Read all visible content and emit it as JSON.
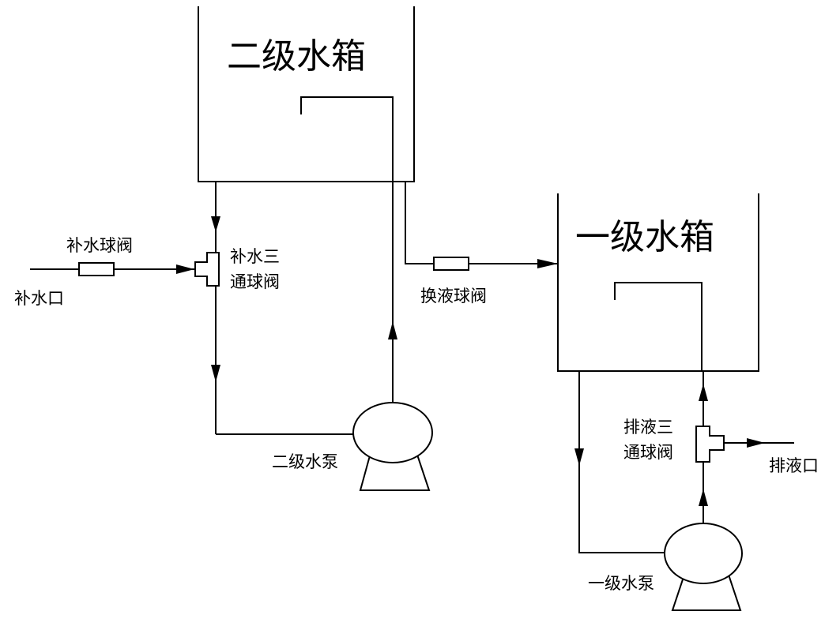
{
  "tanks": {
    "secondary": "二级水箱",
    "primary": "一级水箱"
  },
  "pumps": {
    "secondary": "二级水泵",
    "primary": "一级水泵"
  },
  "valves": {
    "makeup_ball_valve": "补水球阀",
    "makeup_three_way": [
      "补水三",
      "通球阀"
    ],
    "exchange_ball_valve": "换液球阀",
    "drain_three_way": [
      "排液三",
      "通球阀"
    ]
  },
  "ports": {
    "makeup_inlet": "补水口",
    "drain_outlet": "排液口"
  }
}
